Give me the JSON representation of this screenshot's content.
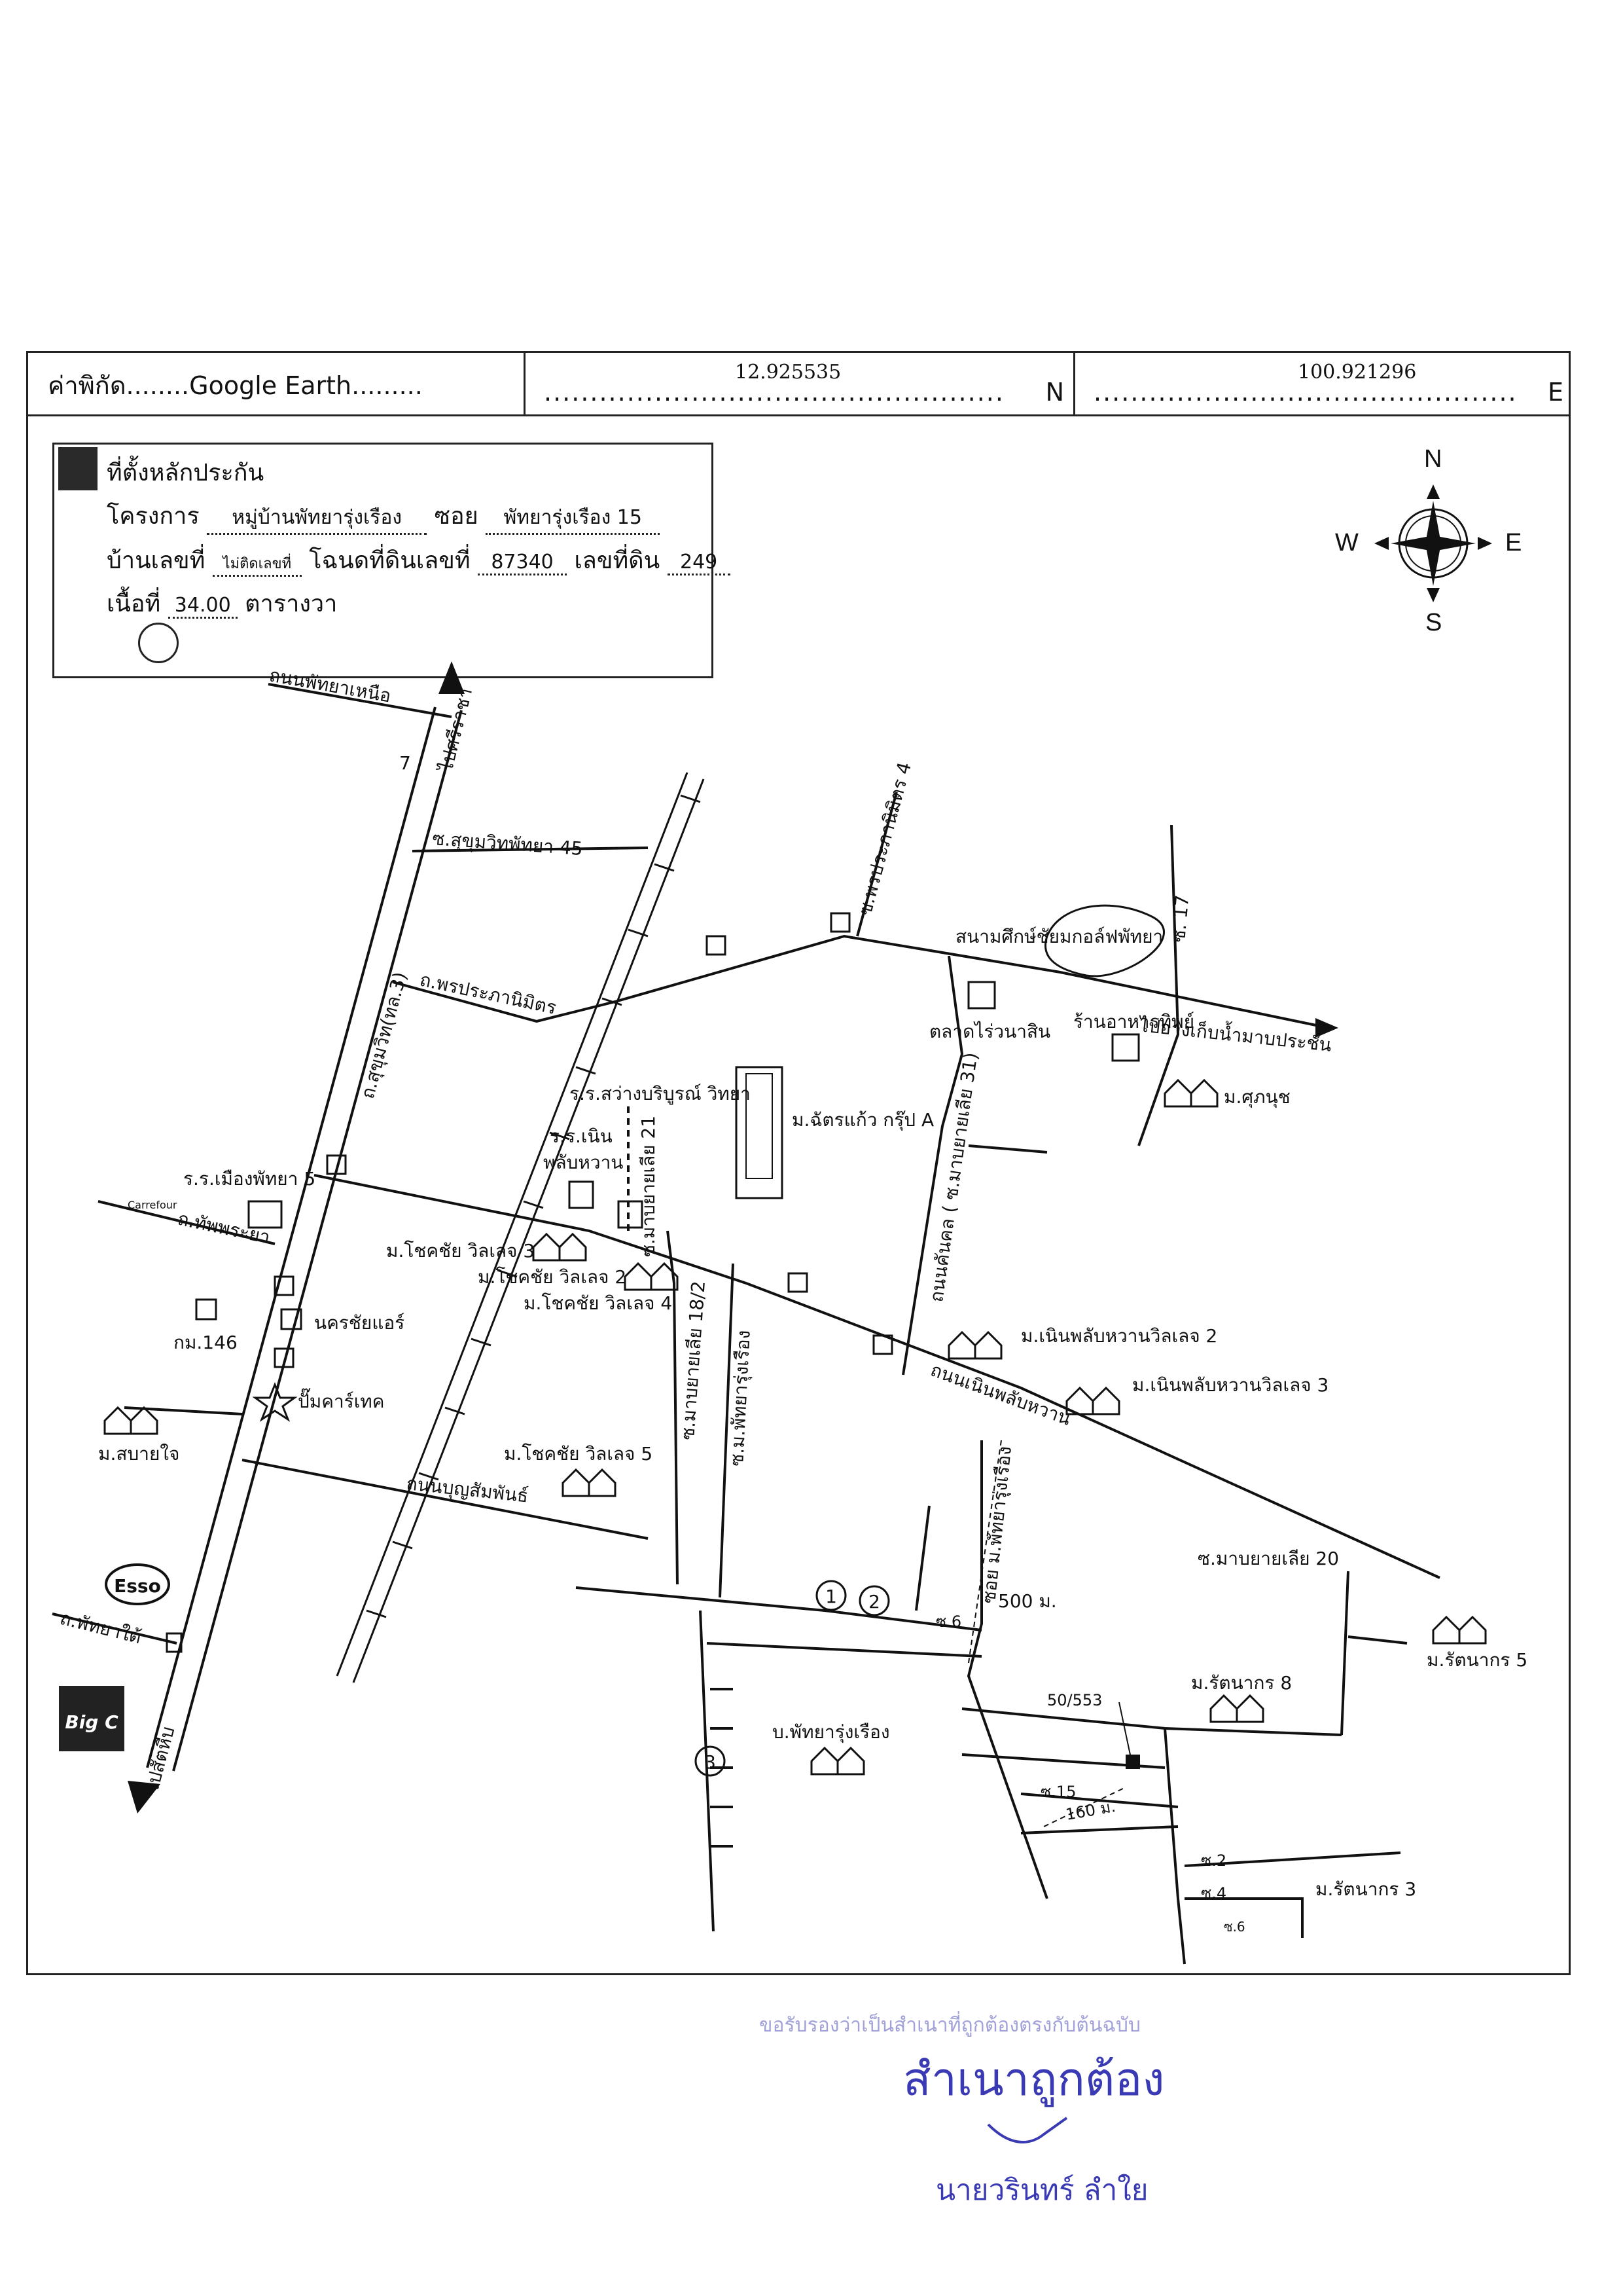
{
  "header": {
    "source_label": "ค่าพิกัด",
    "source_value": "Google Earth",
    "latitude": "12.925535",
    "latitude_suffix": "N",
    "longitude": "100.921296",
    "longitude_suffix": "E"
  },
  "info_box": {
    "legend_label": "ที่ตั้งหลักประกัน",
    "project_label": "โครงการ",
    "project_value": "หมู่บ้านพัทยารุ่งเรือง",
    "soi_label": "ซอย",
    "soi_value": "พัทยารุ่งเรือง 15",
    "house_no_label": "บ้านเลขที่",
    "house_no_value": "ไม่ติดเลขที่",
    "deed_no_label": "โฉนดที่ดินเลขที่",
    "deed_no_value": "87340",
    "land_no_label": "เลขที่ดิน",
    "land_no_value": "249",
    "area_label": "เนื้อที่",
    "area_value": "34.00",
    "area_unit": "ตารางวา"
  },
  "compass": {
    "n": "N",
    "s": "S",
    "e": "E",
    "w": "W"
  },
  "map": {
    "road_pattaya_nuea": "ถนนพัทยาเหนือ",
    "to_sriracha": "ไปศรีราชา",
    "sukhumvit_45": "ซ.สุขุมวิทพัทยา 45",
    "sukhumvit": "ถ.สุขุมวิท(ทล.3)",
    "phon_prapa_nimit": "ถ.พรประภานิมิตร",
    "soi_phon_prapa_4": "ซ.พรประภานิมิตร 4",
    "siam_country_club": "สนามศึกษ์ชัยมกอล์ฟพัทยา",
    "to_mabprachan": "ไปอ่างเก็บน้ำมาบประชัน",
    "soi_17": "ซ. 17",
    "market": "ตลาดไร่วนาสิน",
    "restaurant": "ร้านอาหารทิพย์",
    "m_suphanut": "ม.ศุภนุช",
    "school_sawang": "ร.ร.สว่างบริบูรณ์ วิทยา",
    "m_chatkaew": "ม.ฉัตรแก้ว กรุ๊ป A",
    "school_noen": "ร.ร.เนิน",
    "school_noen_2": "พลับหวาน",
    "soi_mabyailia_21": "ซ.มาบยายเลีย 21",
    "soi_mabyailia_31": "ถนนคันคล ( ซ.มาบยายเลีย 31)",
    "school_mueang": "ร.ร.เมืองพัทยา 5",
    "carrefour": "Carrefour",
    "road_thappraya": "ถ.ทัพพระยา",
    "chokchai_3": "ม.โชคชัย วิลเลจ 3",
    "chokchai_2": "ม.โชคชัย วิลเลจ 2",
    "chokchai_4": "ม.โชคชัย วิลเลจ 4",
    "nakhon_chai_air": "นครชัยแอร์",
    "km_146": "กม.146",
    "pump_caltex": "ปั๊มคาร์เทค",
    "m_sabaijai": "ม.สบายใจ",
    "soi_mabyailia_18_2": "ซ.มาบยายเลีย 18/2",
    "soi_m_pattaya_rungrueang": "ซ.ม.พัทยารุ่งเรือง",
    "noen_plub_whan_2": "ม.เนินพลับหวานวิลเลจ 2",
    "noen_plub_whan_3": "ม.เนินพลับหวานวิลเลจ 3",
    "road_noen_plub_whan": "ถนนเนินพลับหวาน",
    "chokchai_5": "ม.โชคชัย วิลเลจ 5",
    "road_boonsampan": "ถนนบุญสัมพันธ์",
    "esso": "Esso",
    "road_pattaya_tai": "ถ.พัทยาใต้",
    "big_c": "Big C",
    "to_sattahip": "ไปสัตหีบ",
    "soi_pattaya_rungrueang": "ซอย ม.พัทยารุ่งเรือง",
    "dist_500": "500 ม.",
    "soi_mabyailia_20": "ซ.มาบยายเลีย 20",
    "m_rattanakorn_5": "ม.รัตนากร 5",
    "m_rattanakorn_8": "ม.รัตนากร 8",
    "addr_50_553": "50/553",
    "soi_15": "ซ.15",
    "dist_160": "160 ม.",
    "soi_6": "ซ.6",
    "soi_2": "ซ.2",
    "soi_4": "ซ.4",
    "soi_6b": "ซ.6",
    "m_rattanakorn_3": "ม.รัตนากร 3",
    "ban_pattaya_rungrueang": "บ.พัทยารุ่งเรือง",
    "marker_1": "1",
    "marker_2": "2",
    "marker_3": "3",
    "box_7": "7"
  },
  "stamp": {
    "faint_text": "ขอรับรองว่าเป็นสำเนาที่ถูกต้องตรงกับต้นฉบับ",
    "certified": "สำเนาถูกต้อง",
    "signer": "นายวรินทร์ ลำใย"
  }
}
